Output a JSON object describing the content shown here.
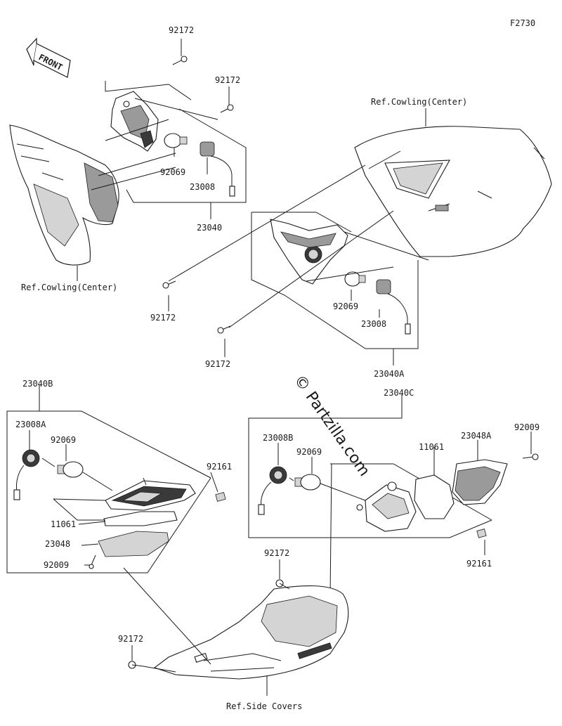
{
  "figure_code": "F2730",
  "front_label": "FRONT",
  "watermark": "© Partzilla.com",
  "ref_labels": {
    "cowling_left": "Ref.Cowling(Center)",
    "cowling_right": "Ref.Cowling(Center)",
    "side_covers": "Ref.Side Covers"
  },
  "callouts": {
    "screw_top": "92172",
    "screw_upper": "92172",
    "bulb_upper": "92069",
    "socket_upper": "23008",
    "assy_upper": "23040",
    "screw_mid_left": "92172",
    "screw_mid_low": "92172",
    "bulb_mid": "92069",
    "socket_mid": "23008",
    "assy_mid": "23040A",
    "assy_left": "23040B",
    "socket_left": "23008A",
    "bulb_left": "92069",
    "nut_left": "92161",
    "gasket_left": "11061",
    "lens_left": "23048",
    "screw_left_small": "92009",
    "assy_right": "23040C",
    "socket_right": "23008B",
    "bulb_right": "92069",
    "gasket_right": "11061",
    "lens_right": "23048A",
    "screw_right_small": "92009",
    "nut_right": "92161",
    "screw_lower_a": "92172",
    "screw_lower_b": "92172"
  }
}
